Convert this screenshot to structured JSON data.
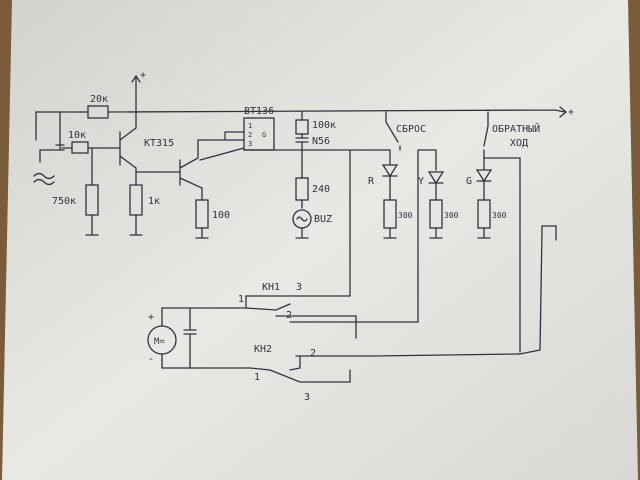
{
  "labels": {
    "supply_plus_top": "+",
    "supply_plus_right": "+",
    "r_20k": "20к",
    "r_10k": "10к",
    "r_750k": "750к",
    "transistor_1": "КТ315",
    "r_1k": "1к",
    "r_100": "100",
    "triac": "BT136",
    "triac_pin1": "1",
    "triac_pin2": "2",
    "triac_pin3": "3",
    "triac_pin_g": "G",
    "r_100k": "100к",
    "c_n56": "N56",
    "r_240": "240",
    "buzzer": "BUZ",
    "reset": "СБРОС",
    "reverse_1": "ОБРАТНЫЙ",
    "reverse_2": "ХОД",
    "led_r": "R",
    "led_y": "Y",
    "led_g": "G",
    "r_300_r": "300",
    "r_300_y": "300",
    "r_300_g": "300",
    "kn1": "КН1",
    "kn1_pin1": "1",
    "kn1_pin2": "2",
    "kn1_pin3": "3",
    "kn2": "КН2",
    "kn2_pin1": "1",
    "kn2_pin2": "2",
    "kn2_pin3": "3",
    "motor": "M=",
    "motor_plus": "+",
    "motor_minus": "-"
  },
  "colors": {
    "paper": "#e6e6e2",
    "ink": "#2f3340",
    "background": "#7d6040"
  }
}
